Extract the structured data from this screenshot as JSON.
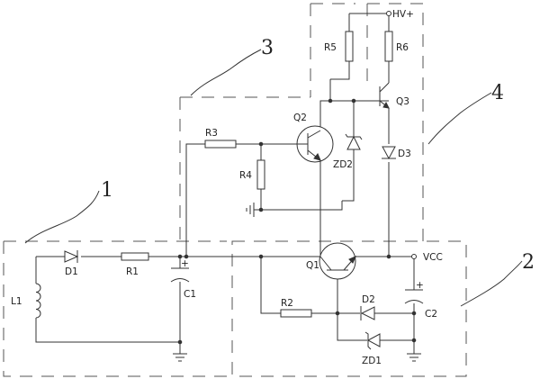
{
  "labels": {
    "hv_plus": "HV+",
    "vcc": "VCC",
    "r1": "R1",
    "r2": "R2",
    "r3": "R3",
    "r4": "R4",
    "r5": "R5",
    "r6": "R6",
    "d1": "D1",
    "d2": "D2",
    "d3": "D3",
    "zd1": "ZD1",
    "zd2": "ZD2",
    "q1": "Q1",
    "q2": "Q2",
    "q3": "Q3",
    "c1": "C1",
    "c2": "C2",
    "l1": "L1",
    "plus_c1": "+",
    "plus_c2": "+"
  },
  "block_numbers": {
    "b1": "1",
    "b2": "2",
    "b3": "3",
    "b4": "4"
  }
}
